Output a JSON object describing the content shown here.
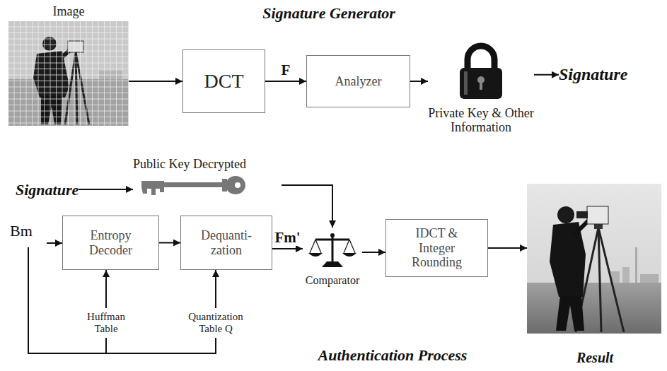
{
  "diagram": {
    "nodes": [
      {
        "text": [
          "Image"
        ]
      },
      {
        "text": [
          "DCT"
        ]
      },
      {
        "text": [
          "Analyzer"
        ]
      },
      {
        "text": [
          "Private Key & Other Information"
        ]
      },
      {
        "text": [
          "Signature"
        ]
      },
      {
        "text": [
          "Public Key Decrypted"
        ]
      },
      {
        "text": [
          "Signature"
        ]
      },
      {
        "text": [
          "Bm"
        ]
      },
      {
        "text": [
          "Entropy Decoder"
        ]
      },
      {
        "text": [
          "Dequanti- zation"
        ]
      },
      {
        "text": [
          "Huffman Table"
        ]
      },
      {
        "text": [
          "Quantization Table Q"
        ]
      },
      {
        "text": [
          "Comparator"
        ]
      },
      {
        "text": [
          "IDCT & Integer Rounding"
        ]
      },
      {
        "text": [
          "Result"
        ]
      }
    ],
    "edges": [
      {
        "from": 0,
        "to": 1,
        "arrow": "to"
      },
      {
        "from": 1,
        "to": 2,
        "label": "F",
        "arrow": "to"
      },
      {
        "from": 2,
        "to": 3,
        "arrow": "to"
      },
      {
        "from": 3,
        "to": 4,
        "arrow": "to"
      },
      {
        "from": 6,
        "to": 5,
        "arrow": "to"
      },
      {
        "from": 5,
        "to": 12,
        "arrow": "to"
      },
      {
        "from": 7,
        "to": 8,
        "arrow": "to"
      },
      {
        "from": 7,
        "to": 10,
        "arrow": "none"
      },
      {
        "from": 7,
        "to": 11,
        "arrow": "none"
      },
      {
        "from": 8,
        "to": 9,
        "arrow": "to"
      },
      {
        "from": 9,
        "to": 12,
        "label": "Fm'",
        "arrow": "to"
      },
      {
        "from": 10,
        "to": 8,
        "arrow": "to"
      },
      {
        "from": 11,
        "to": 9,
        "arrow": "to"
      },
      {
        "from": 12,
        "to": 13,
        "arrow": "to"
      },
      {
        "from": 13,
        "to": 14,
        "arrow": "to"
      }
    ],
    "labels": [
      "Signature Generator",
      "Authentication Process"
    ]
  }
}
